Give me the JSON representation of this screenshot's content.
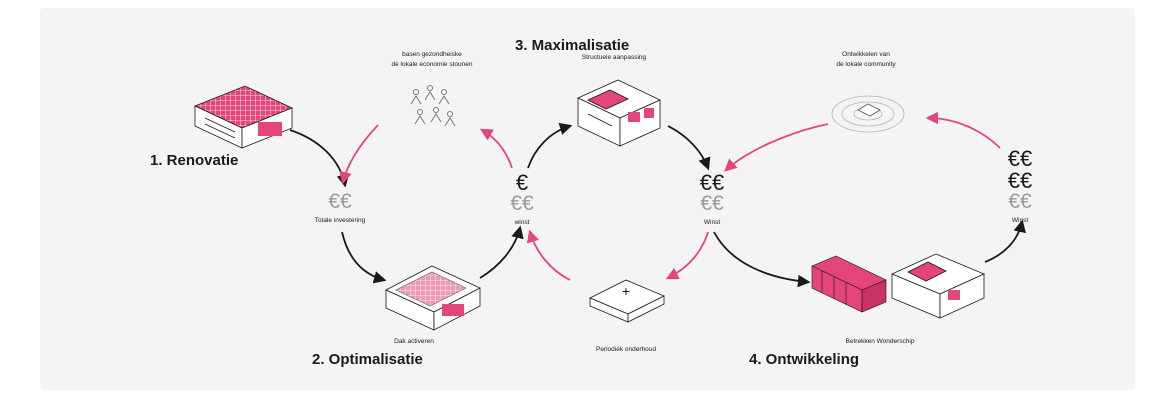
{
  "colors": {
    "accent": "#e5467a",
    "dark": "#1a1a1a",
    "grey": "#9a9a9a",
    "bg": "#f4f4f6"
  },
  "stages": {
    "renovatie": "1. Renovatie",
    "optimalisatie": "2. Optimalisatie",
    "maximalisatie": "3. Maximalisatie",
    "ontwikkeling": "4. Ontwikkeling"
  },
  "captions": {
    "social_1": "basen gezondheiske",
    "social_2": "de lokale economie stounen",
    "community_1": "Ontwikkelen van",
    "community_2": "de lokale community",
    "structural": "Structuele aanpassing",
    "total_investment": "Totale investering",
    "roof": "Dak activeren",
    "maintenance": "Periodiek onderhoud",
    "partnership": "Betrekken Wonderschip"
  },
  "nodes": {
    "winst_1": {
      "symbols": "€",
      "grey_symbols": "€€",
      "label": "winst"
    },
    "winst_2": {
      "symbols": "€€",
      "grey_symbols": "€€",
      "label": "Winst"
    },
    "winst_3": {
      "symbols": "€€\n€€",
      "grey_symbols": "€€",
      "label": "Winst"
    },
    "investment": {
      "grey_symbols": "€€"
    }
  },
  "icons": [
    "warehouse-icon",
    "people-group-icon",
    "solar-roof-icon",
    "building-extension-icon",
    "community-map-icon",
    "maintenance-roof-icon",
    "container-stack-icon"
  ]
}
